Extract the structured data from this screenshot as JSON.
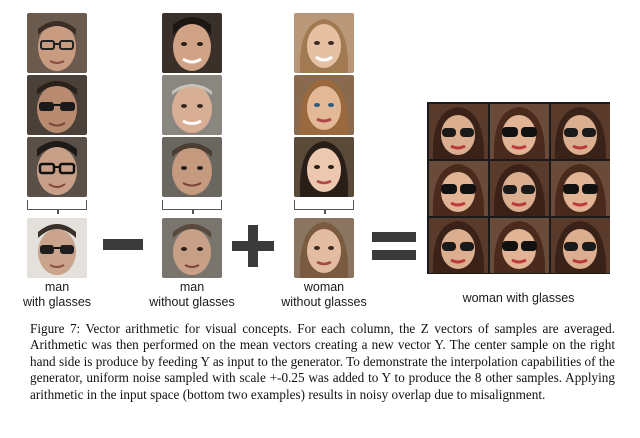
{
  "columns": [
    {
      "label_line1": "man",
      "label_line2": "with glasses"
    },
    {
      "label_line1": "man",
      "label_line2": "without glasses"
    },
    {
      "label_line1": "woman",
      "label_line2": "without glasses"
    }
  ],
  "result_label": "woman with glasses",
  "operators": {
    "minus": "−",
    "plus": "+",
    "equals": "="
  },
  "caption": "Figure 7: Vector arithmetic for visual concepts. For each column, the Z vectors of samples are averaged. Arithmetic was then performed on the mean vectors creating a new vector Y. The center sample on the right hand side is produce by feeding Y as input to the generator. To demonstrate the interpolation capabilities of the generator, uniform noise sampled with scale +-0.25 was added to Y to produce the 8 other samples. Applying arithmetic in the input space (bottom two examples) results in noisy overlap due to misalignment."
}
